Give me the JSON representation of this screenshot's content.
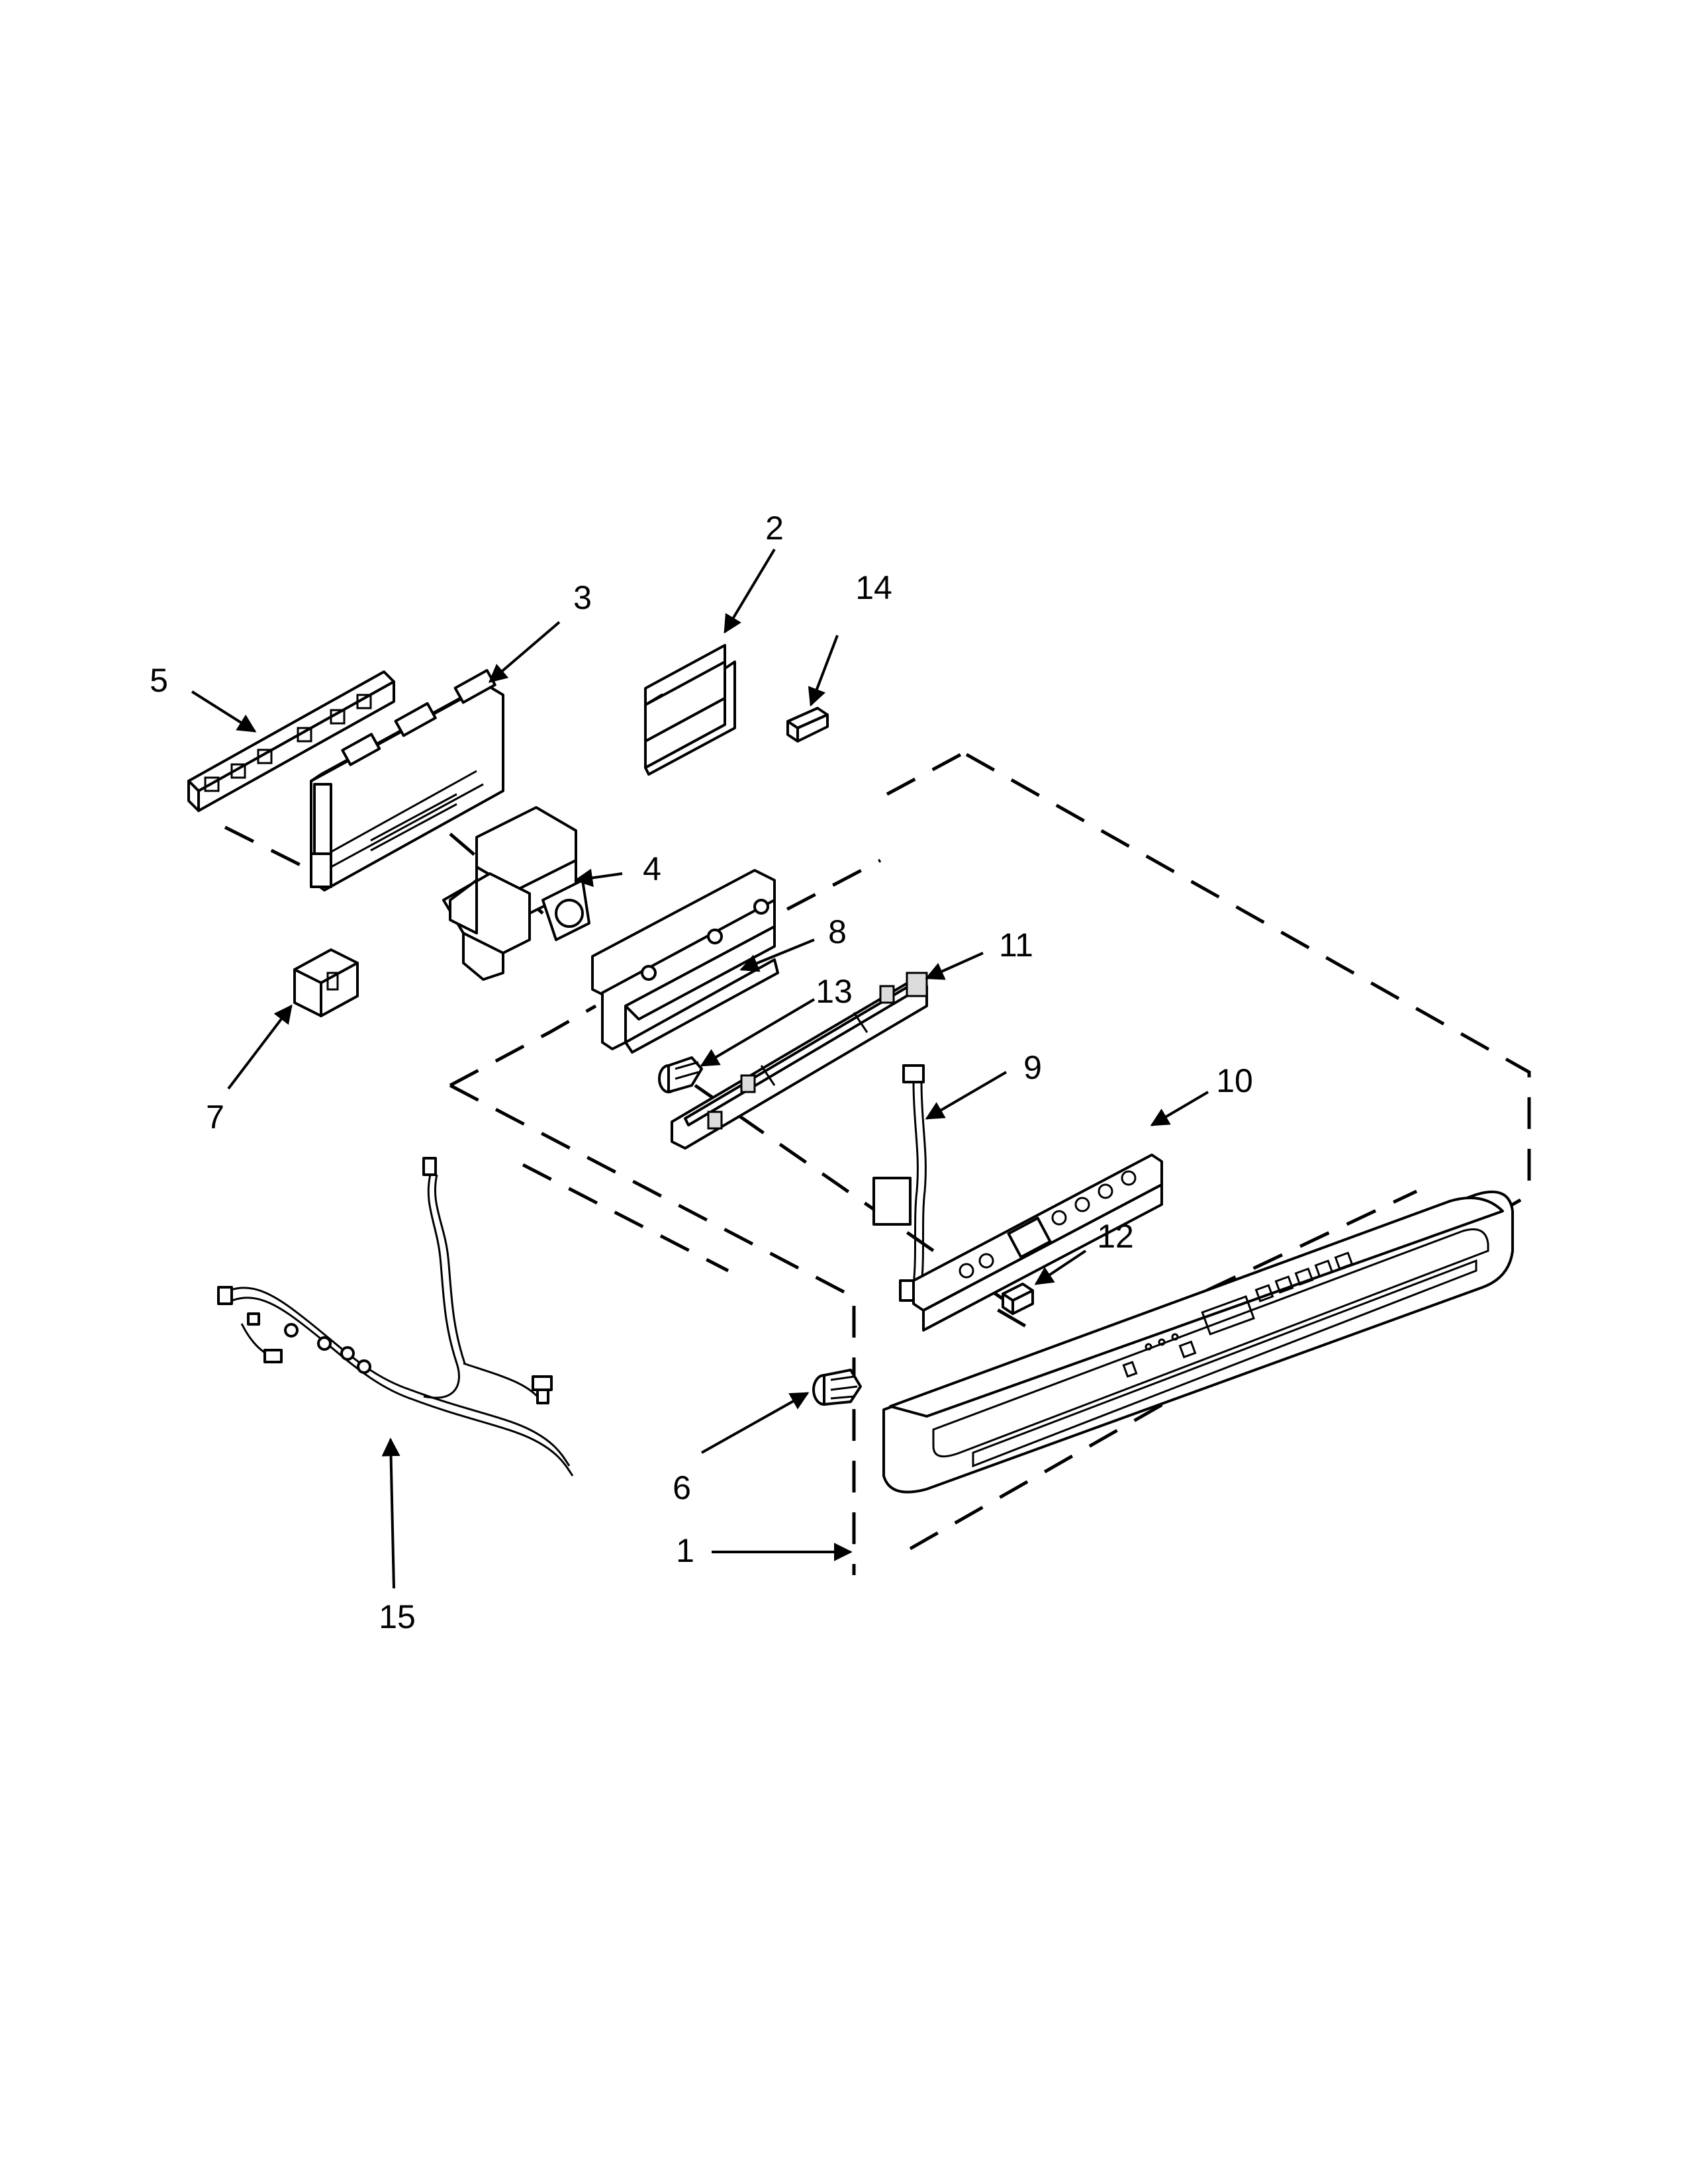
{
  "callouts": [
    {
      "id": "1",
      "text": "1"
    },
    {
      "id": "2",
      "text": "2"
    },
    {
      "id": "3",
      "text": "3"
    },
    {
      "id": "4",
      "text": "4"
    },
    {
      "id": "5",
      "text": "5"
    },
    {
      "id": "6",
      "text": "6"
    },
    {
      "id": "7",
      "text": "7"
    },
    {
      "id": "8",
      "text": "8"
    },
    {
      "id": "9",
      "text": "9"
    },
    {
      "id": "10",
      "text": "10"
    },
    {
      "id": "11",
      "text": "11"
    },
    {
      "id": "12",
      "text": "12"
    },
    {
      "id": "13",
      "text": "13"
    },
    {
      "id": "14",
      "text": "14"
    },
    {
      "id": "15",
      "text": "15"
    }
  ],
  "colors": {
    "line": "#000000",
    "background": "#ffffff"
  }
}
